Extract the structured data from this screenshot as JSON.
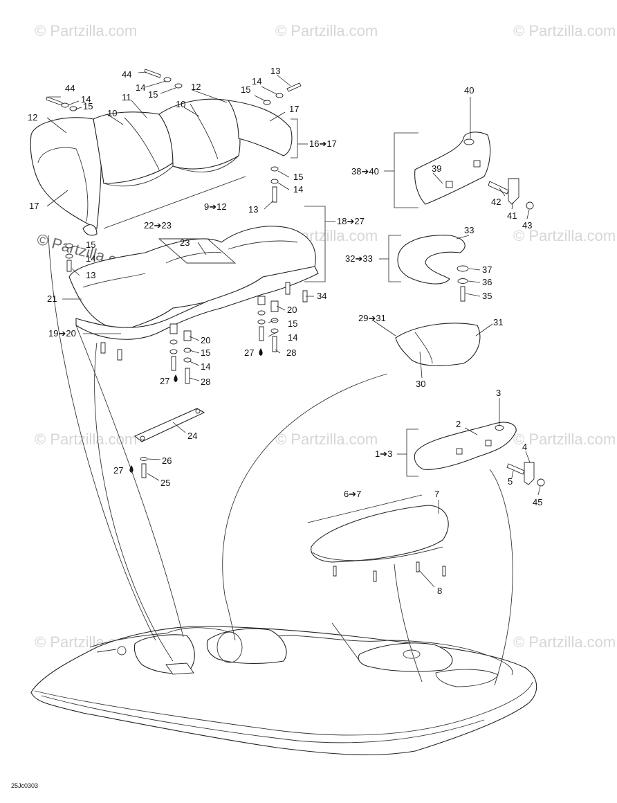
{
  "watermark": "© Partzilla.com",
  "drawing_code": "25Jc0303",
  "labels": {
    "l44a": "44",
    "l13a": "13",
    "l14a": "14",
    "l15a": "15",
    "l12a": "12",
    "l15b": "15",
    "l14b": "14",
    "l44b": "44",
    "l14c": "14",
    "l15c": "15",
    "l11": "11",
    "l10a": "10",
    "l10b": "10",
    "l12b": "12",
    "l17a": "17",
    "l16_17": "16➔17",
    "l15d": "15",
    "l14d": "14",
    "l13b": "13",
    "l9_12": "9➔12",
    "l17b": "17",
    "l15e": "15",
    "l14e": "14",
    "l13c": "13",
    "l22_23": "22➔23",
    "l23": "23",
    "l18_27": "18➔27",
    "l21": "21",
    "l34": "34",
    "l20a": "20",
    "l15f": "15",
    "l14f": "14",
    "l27a": "27",
    "l28a": "28",
    "l19_20": "19➔20",
    "l20b": "20",
    "l15g": "15",
    "l14g": "14",
    "l27b": "27",
    "l28b": "28",
    "l40": "40",
    "l38_40": "38➔40",
    "l39": "39",
    "l42": "42",
    "l41": "41",
    "l43": "43",
    "l33": "33",
    "l32_33": "32➔33",
    "l37": "37",
    "l36": "36",
    "l35": "35",
    "l29_31": "29➔31",
    "l31": "31",
    "l30": "30",
    "l24": "24",
    "l26": "26",
    "l27c": "27",
    "l25": "25",
    "l3": "3",
    "l2": "2",
    "l1_3": "1➔3",
    "l4": "4",
    "l5": "5",
    "l45": "45",
    "l6_7": "6➔7",
    "l7": "7",
    "l8": "8"
  }
}
